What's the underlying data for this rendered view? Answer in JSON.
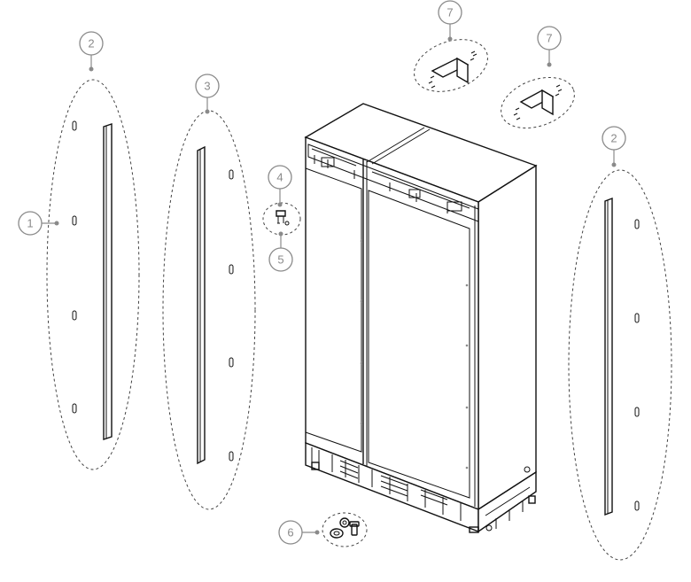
{
  "callouts": {
    "c1": "1",
    "c2_left": "2",
    "c2_right": "2",
    "c3": "3",
    "c4": "4",
    "c5": "5",
    "c6": "6",
    "c7_left": "7",
    "c7_right": "7"
  }
}
